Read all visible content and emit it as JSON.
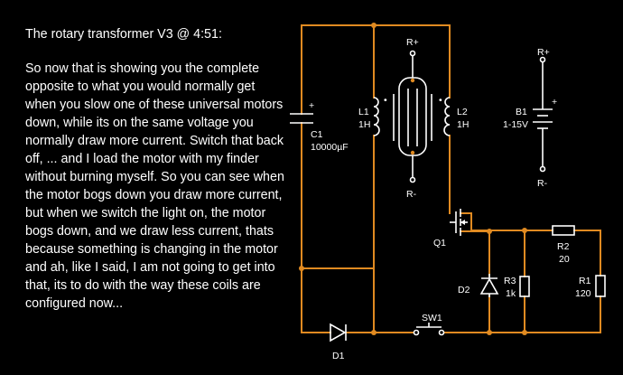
{
  "caption": {
    "title": "The rotary transformer V3 @ 4:51:",
    "body": "So now that is showing you the complete opposite to what you would normally get when you slow one of these universal motors down, while its on the same voltage you normally draw more current. Switch that back off, ... and I load the motor with my finder without burning myself. So you can see when the motor bogs down you draw more current, but when we switch the light on, the motor bogs down, and we draw less current, thats because something is changing in the motor and ah, like I said, I am not going to get into that, its to do with the way these coils are configured now..."
  },
  "circuit": {
    "wire_color": "#e08a21",
    "component_color": "#ffffff",
    "components": {
      "c1": {
        "name": "C1",
        "value": "10000µF",
        "polarity": "+"
      },
      "l1": {
        "name": "L1",
        "value": "1H",
        "dot": "•"
      },
      "l2": {
        "name": "L2",
        "value": "1H",
        "dot": "•"
      },
      "rplus_top": "R+",
      "rminus_bottom": "R-",
      "b1": {
        "name": "B1",
        "value": "1-15V",
        "top": "R+",
        "bottom": "R-",
        "polarity": "+"
      },
      "q1": {
        "name": "Q1"
      },
      "r2": {
        "name": "R2",
        "value": "20"
      },
      "r3": {
        "name": "R3",
        "value": "1k"
      },
      "r1": {
        "name": "R1",
        "value": "120"
      },
      "d1": {
        "name": "D1"
      },
      "d2": {
        "name": "D2"
      },
      "sw1": {
        "name": "SW1"
      }
    }
  }
}
